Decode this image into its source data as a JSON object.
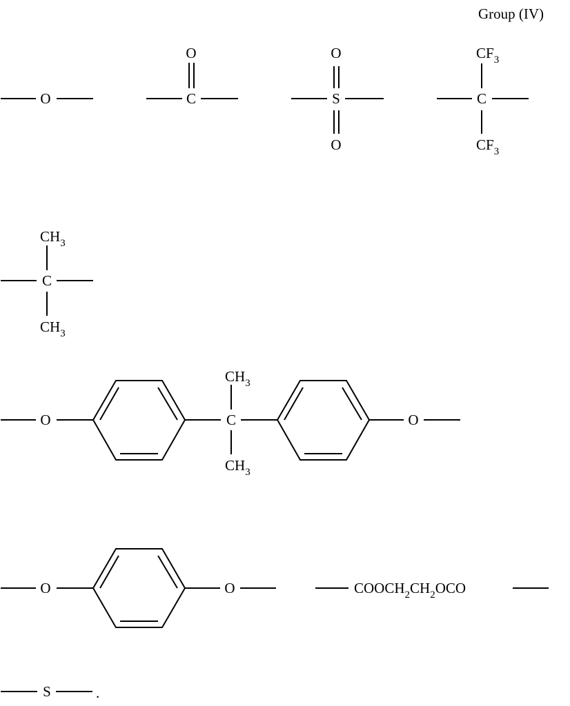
{
  "title": "Group (IV)",
  "structures": [
    {
      "id": "ether",
      "center": "O"
    },
    {
      "id": "carbonyl",
      "center": "C",
      "top": "O"
    },
    {
      "id": "sulfonyl",
      "center": "S",
      "top": "O",
      "bottom": "O"
    },
    {
      "id": "hexafluoroisopropylidene",
      "center": "C",
      "top": "CF",
      "top_sub": "3",
      "bottom": "CF",
      "bottom_sub": "3"
    },
    {
      "id": "isopropylidene",
      "center": "C",
      "top": "CH",
      "top_sub": "3",
      "bottom": "CH",
      "bottom_sub": "3"
    },
    {
      "id": "bisphenol-a-dioxy",
      "left": "O",
      "center": "C",
      "top": "CH",
      "top_sub": "3",
      "bottom": "CH",
      "bottom_sub": "3",
      "right": "O"
    },
    {
      "id": "p-phenylenedioxy",
      "left": "O",
      "right": "O"
    },
    {
      "id": "ethylene-diester",
      "parts": [
        "COOCH",
        "2",
        "CH",
        "2",
        "OCO"
      ]
    },
    {
      "id": "thioether",
      "center": "S",
      "terminator": "."
    }
  ]
}
